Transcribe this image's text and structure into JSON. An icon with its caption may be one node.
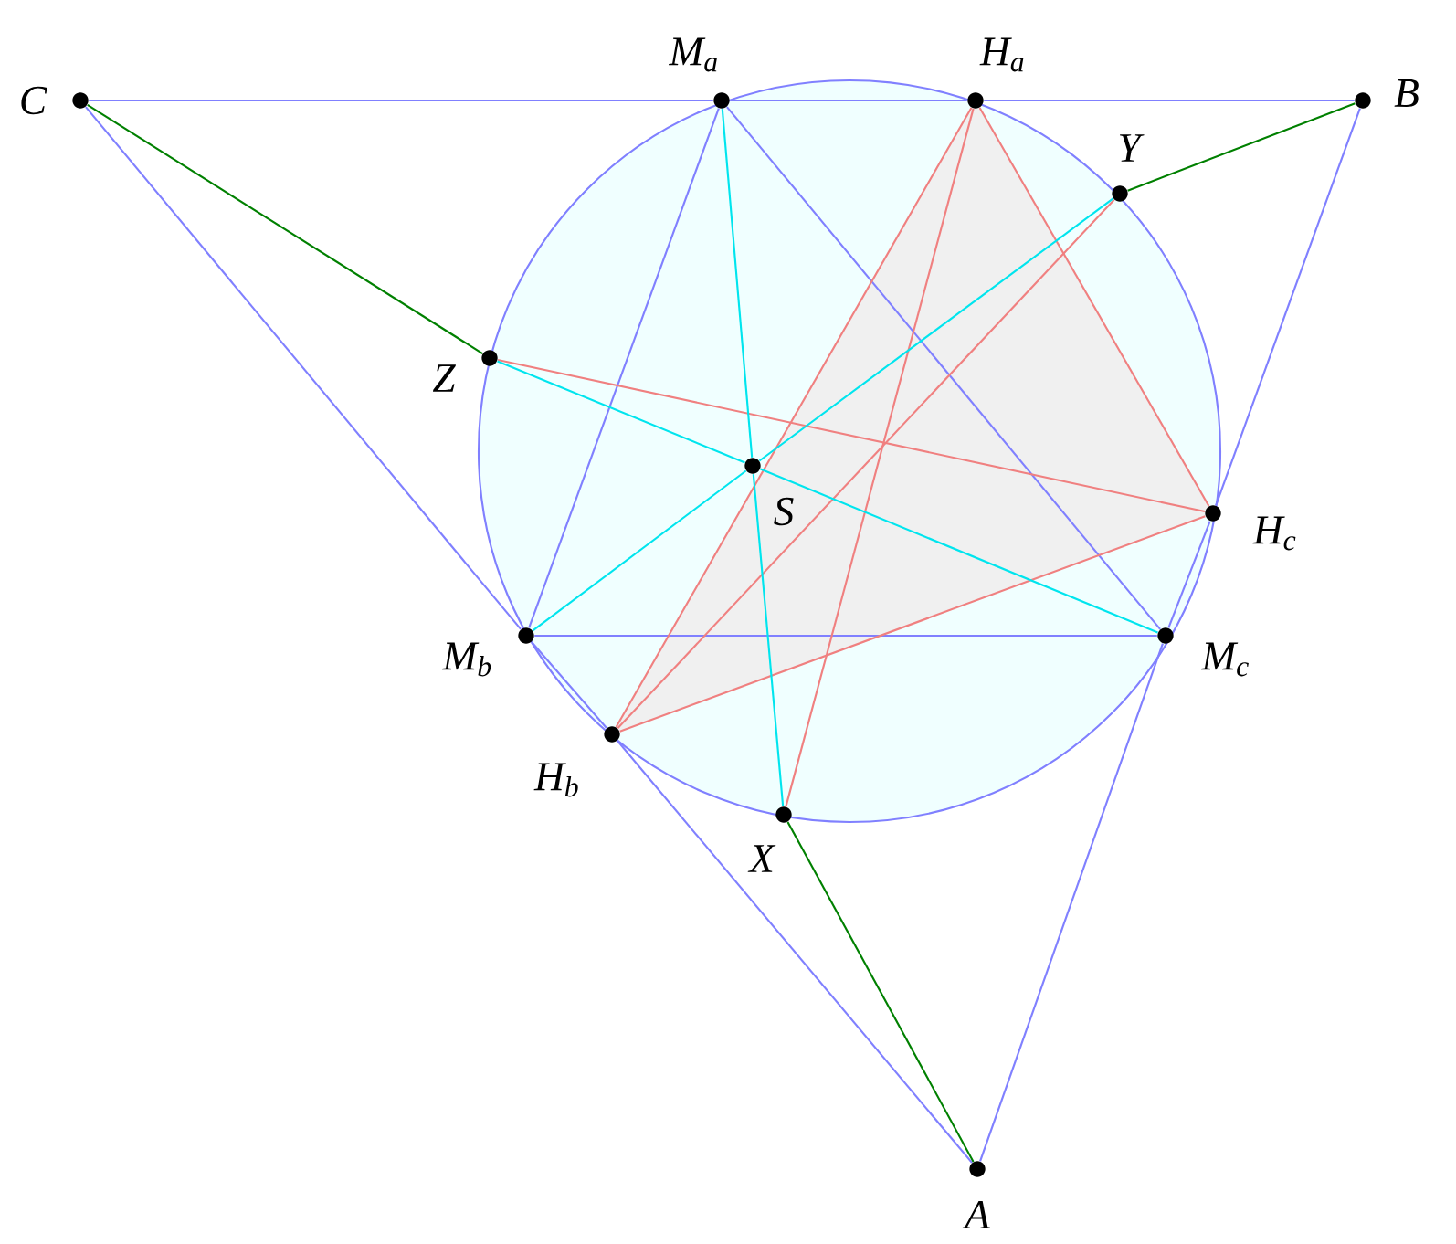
{
  "diagram": {
    "nodes": [
      {
        "text": [
          "C"
        ]
      },
      {
        "text": [
          "M$_{a}$"
        ]
      },
      {
        "text": [
          "H$_{a}$"
        ]
      },
      {
        "text": [
          "B"
        ]
      },
      {
        "text": [
          "Y"
        ]
      },
      {
        "text": [
          "Z"
        ]
      },
      {
        "text": [
          "S"
        ]
      },
      {
        "text": [
          "H$_{c}$"
        ]
      },
      {
        "text": [
          "M$_{b}$"
        ]
      },
      {
        "text": [
          "M$_{c}$"
        ]
      },
      {
        "text": [
          "H$_{b}$"
        ]
      },
      {
        "text": [
          "X"
        ]
      },
      {
        "text": [
          "A"
        ]
      }
    ],
    "edges": [
      {
        "from": 0,
        "to": 1,
        "arrow": "none"
      },
      {
        "from": 1,
        "to": 2,
        "arrow": "none"
      },
      {
        "from": 2,
        "to": 3,
        "arrow": "none"
      },
      {
        "from": 0,
        "to": 8,
        "arrow": "none"
      },
      {
        "from": 8,
        "to": 10,
        "arrow": "none"
      },
      {
        "from": 10,
        "to": 12,
        "arrow": "none"
      },
      {
        "from": 3,
        "to": 7,
        "arrow": "none"
      },
      {
        "from": 7,
        "to": 9,
        "arrow": "none"
      },
      {
        "from": 9,
        "to": 12,
        "arrow": "none"
      },
      {
        "from": 1,
        "to": 8,
        "arrow": "none"
      },
      {
        "from": 8,
        "to": 9,
        "arrow": "none"
      },
      {
        "from": 9,
        "to": 1,
        "arrow": "none"
      },
      {
        "from": 2,
        "to": 10,
        "arrow": "none",
        "color": "#f08080"
      },
      {
        "from": 10,
        "to": 7,
        "arrow": "none",
        "color": "#f08080"
      },
      {
        "from": 7,
        "to": 2,
        "arrow": "none",
        "color": "#f08080"
      },
      {
        "from": 2,
        "to": 11,
        "arrow": "none",
        "color": "#f08080"
      },
      {
        "from": 5,
        "to": 7,
        "arrow": "none",
        "color": "#f08080"
      },
      {
        "from": 10,
        "to": 4,
        "arrow": "none",
        "color": "#f08080"
      },
      {
        "from": 1,
        "to": 6,
        "arrow": "none",
        "color": "#00e5ee"
      },
      {
        "from": 6,
        "to": 11,
        "arrow": "none",
        "color": "#00e5ee"
      },
      {
        "from": 5,
        "to": 6,
        "arrow": "none",
        "color": "#00e5ee"
      },
      {
        "from": 6,
        "to": 9,
        "arrow": "none",
        "color": "#00e5ee"
      },
      {
        "from": 8,
        "to": 6,
        "arrow": "none",
        "color": "#00e5ee"
      },
      {
        "from": 6,
        "to": 4,
        "arrow": "none",
        "color": "#00e5ee"
      },
      {
        "from": 0,
        "to": 5,
        "arrow": "none",
        "color": "#008000"
      },
      {
        "from": 3,
        "to": 4,
        "arrow": "none",
        "color": "#008000"
      },
      {
        "from": 11,
        "to": 12,
        "arrow": "none",
        "color": "#008000"
      }
    ]
  }
}
